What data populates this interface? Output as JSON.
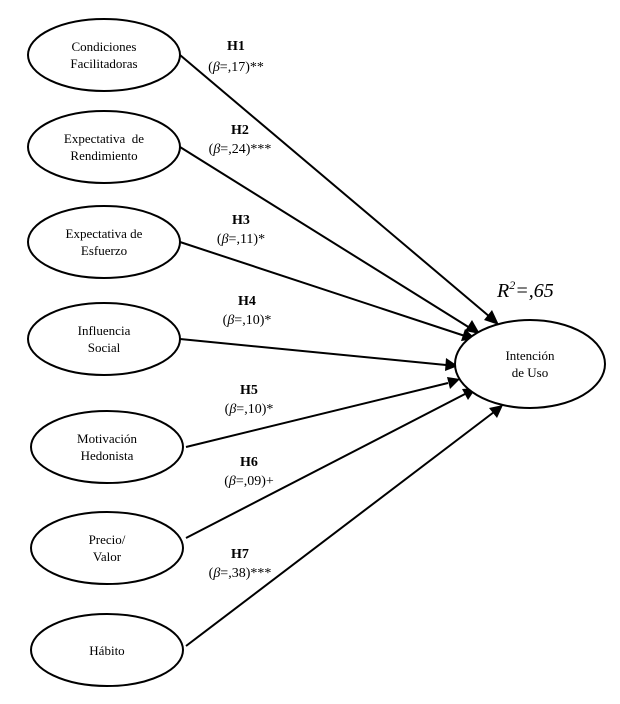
{
  "diagram": {
    "predictors": [
      {
        "line1": "Condiciones",
        "line2": "Facilitadoras"
      },
      {
        "line1": "Expectativa  de",
        "line2": "Rendimiento"
      },
      {
        "line1": "Expectativa de",
        "line2": "Esfuerzo"
      },
      {
        "line1": "Influencia",
        "line2": "Social"
      },
      {
        "line1": "Motivación",
        "line2": "Hedonista"
      },
      {
        "line1": "Precio/",
        "line2": "Valor"
      },
      {
        "line1": "Hábito",
        "line2": ""
      }
    ],
    "outcome": {
      "line1": "Intención",
      "line2": "de Uso"
    },
    "r2": {
      "label": "R",
      "superscript": "2",
      "value": "=,65"
    },
    "paths": [
      {
        "hypothesis": "H1",
        "beta_symbol": "β",
        "coefficient": "=,17)**"
      },
      {
        "hypothesis": "H2",
        "beta_symbol": "β",
        "coefficient": "=,24)***"
      },
      {
        "hypothesis": "H3",
        "beta_symbol": "β",
        "coefficient": "=,11)*"
      },
      {
        "hypothesis": "H4",
        "beta_symbol": "β",
        "coefficient": "=,10)*"
      },
      {
        "hypothesis": "H5",
        "beta_symbol": "β",
        "coefficient": "=,10)*"
      },
      {
        "hypothesis": "H6",
        "beta_symbol": "β",
        "coefficient": "=,09)+"
      },
      {
        "hypothesis": "H7",
        "beta_symbol": "β",
        "coefficient": "=,38)***"
      }
    ]
  }
}
